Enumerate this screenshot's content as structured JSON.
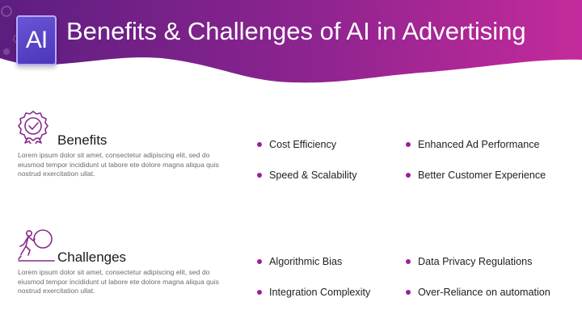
{
  "header": {
    "logo_text": "AI",
    "title": "Benefits & Challenges of AI in Advertising",
    "gradient_start": "#6a1f86",
    "gradient_end": "#c22a9a"
  },
  "benefits": {
    "heading": "Benefits",
    "description": "Lorem ipsum dolor sit amet, consectetur adipiscing elit, sed do eiusmod tempor incididunt ut labore ete dolore magna aliqua quis nostrud exercitation ullat.",
    "icon": "award-badge-icon",
    "items": [
      "Cost Efficiency",
      "Enhanced Ad Performance",
      "Speed & Scalability",
      "Better Customer Experience"
    ]
  },
  "challenges": {
    "heading": "Challenges",
    "description": "Lorem ipsum dolor sit amet, consectetur adipiscing elit, sed do eiusmod tempor incididunt ut labore ete dolore magna aliqua quis nostrud exercitation ullat.",
    "icon": "person-pushing-boulder-icon",
    "items": [
      "Algorithmic Bias",
      "Data Privacy Regulations",
      "Integration Complexity",
      "Over-Reliance on automation"
    ]
  },
  "colors": {
    "accent": "#9b1f9a",
    "icon_stroke": "#8a2a8a"
  }
}
